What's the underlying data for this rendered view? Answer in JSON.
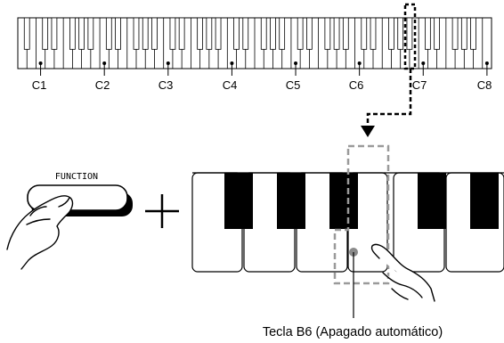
{
  "keyboard": {
    "octave_labels": [
      "C1",
      "C2",
      "C3",
      "C4",
      "C5",
      "C6",
      "C7",
      "C8"
    ]
  },
  "function_button": {
    "label": "FUNCTION"
  },
  "plus_sign": "+",
  "caption": "Tecla B6 (Apagado automático)"
}
